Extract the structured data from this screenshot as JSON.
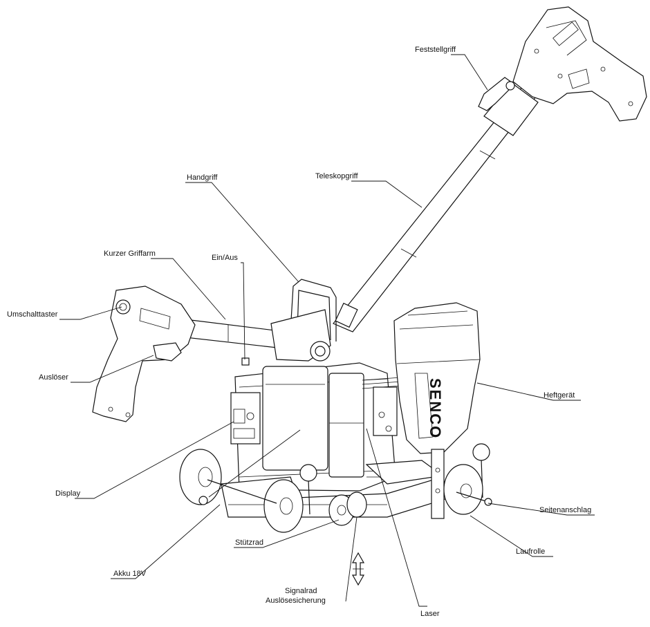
{
  "brand": "SENCO",
  "labels": {
    "feststellgriff": "Feststellgriff",
    "teleskopgriff": "Teleskopgriff",
    "handgriff": "Handgriff",
    "kurzer_griffarm": "Kurzer Griffarm",
    "ein_aus": "Ein/Aus",
    "umschalttaster": "Umschalttaster",
    "ausloeser": "Auslöser",
    "heftgeraet": "Heftgerät",
    "display": "Display",
    "seitenanschlag": "Seitenanschlag",
    "stuetzrad": "Stützrad",
    "laufrolle": "Laufrolle",
    "akku": "Akku 18V",
    "signalrad": "Signalrad",
    "ausloesesicherung": "Auslösesicherung",
    "laser": "Laser"
  }
}
